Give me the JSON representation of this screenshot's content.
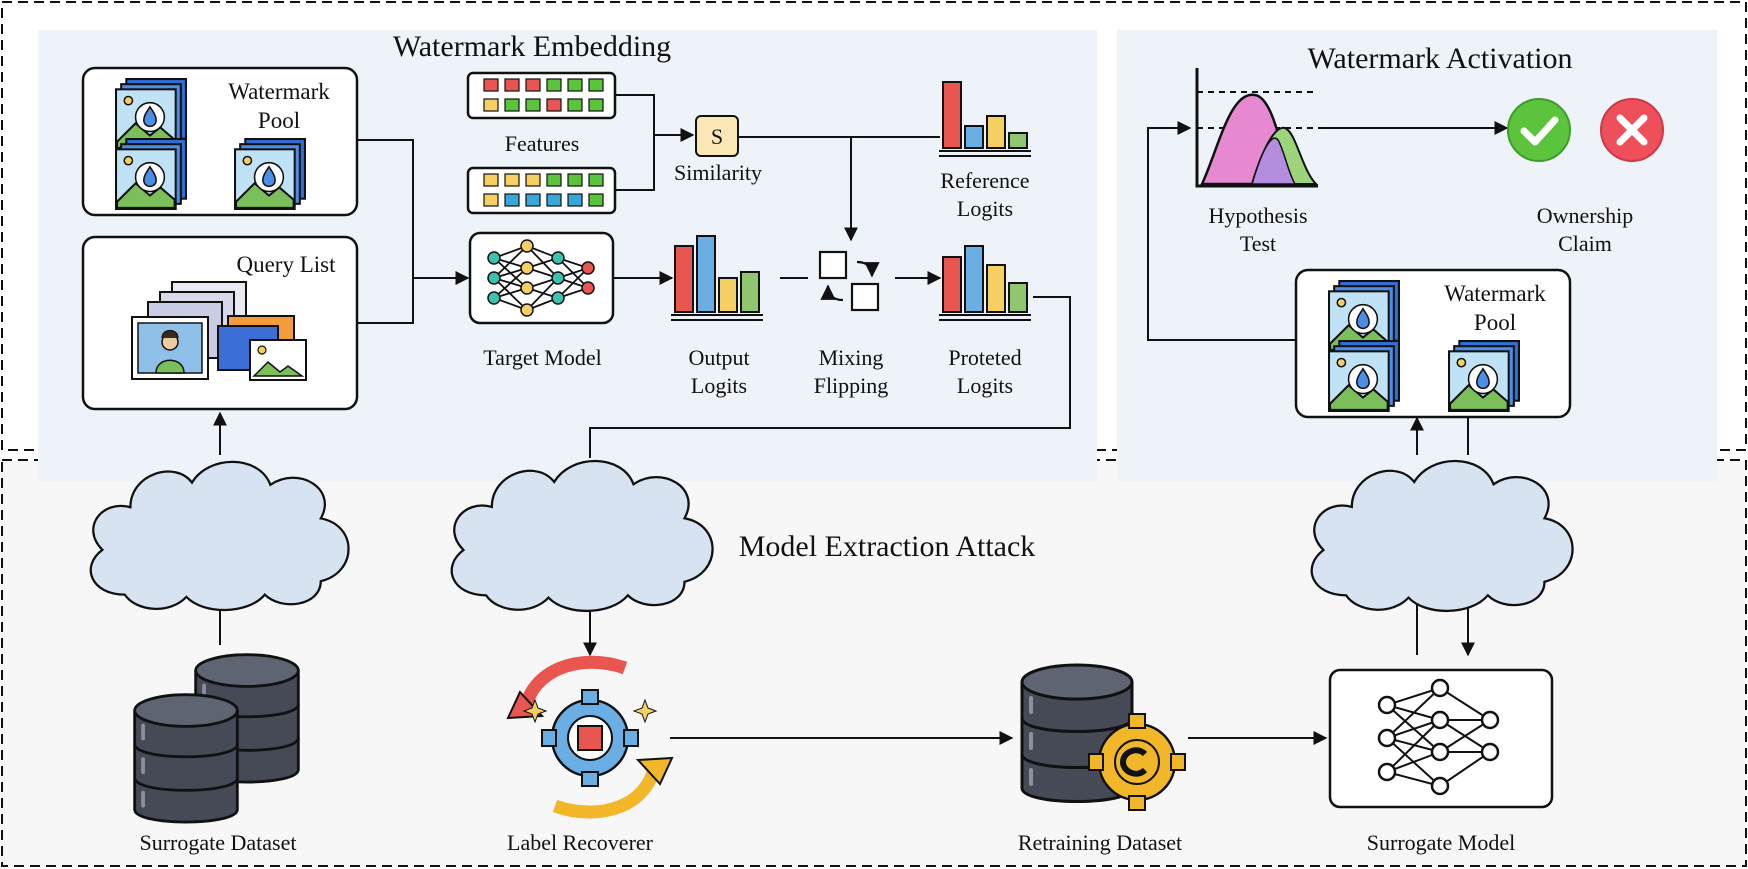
{
  "sections": {
    "embedding_title": "Watermark Embedding",
    "activation_title": "Watermark Activation",
    "attack_title": "Model Extraction Attack"
  },
  "embedding": {
    "watermark_pool": "Watermark\nPool",
    "query_list": "Query List",
    "features": "Features",
    "similarity_symbol": "S",
    "similarity": "Similarity",
    "reference_logits": "Reference\nLogits",
    "target_model": "Target Model",
    "output_logits": "Output\nLogits",
    "mixing_flipping": "Mixing\nFlipping",
    "protected_logits": "Proteted\nLogits"
  },
  "activation": {
    "hypothesis_test": "Hypothesis\nTest",
    "ownership_claim": "Ownership\nClaim",
    "watermark_pool": "Watermark\nPool"
  },
  "attack": {
    "surrogate_dataset": "Surrogate Dataset",
    "label_recoverer": "Label Recoverer",
    "retraining_dataset": "Retraining Dataset",
    "surrogate_model": "Surrogate Model"
  },
  "colors": {
    "embedding_panel": "#eef2f9",
    "attack_panel": "#f5f5f5",
    "bar_red": "#e8564f",
    "bar_blue": "#6aaee4",
    "bar_yellow": "#f6cf62",
    "bar_green": "#8fc66f",
    "check_green": "#5cc33c",
    "cross_red": "#ef4f5a",
    "cloud_fill": "#d8e3f1",
    "database": "#454a56"
  }
}
